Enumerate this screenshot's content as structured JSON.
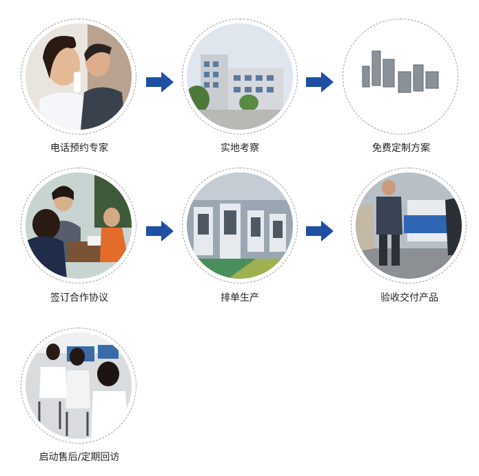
{
  "steps": [
    {
      "label": "电话预约专家",
      "image": "phone-operators-photo"
    },
    {
      "label": "实地考察",
      "image": "factory-building-photo"
    },
    {
      "label": "免费定制方案",
      "image": "metal-parts-photo"
    },
    {
      "label": "签订合作协议",
      "image": "signing-agreement-photo"
    },
    {
      "label": "排单生产",
      "image": "production-workshop-photo"
    },
    {
      "label": "验收交付产品",
      "image": "inspection-photo"
    },
    {
      "label": "启动售后/定期回访",
      "image": "call-center-photo"
    }
  ],
  "colors": {
    "arrow": "#1e4fa3",
    "text": "#222222",
    "border": "#9a9a9a"
  }
}
